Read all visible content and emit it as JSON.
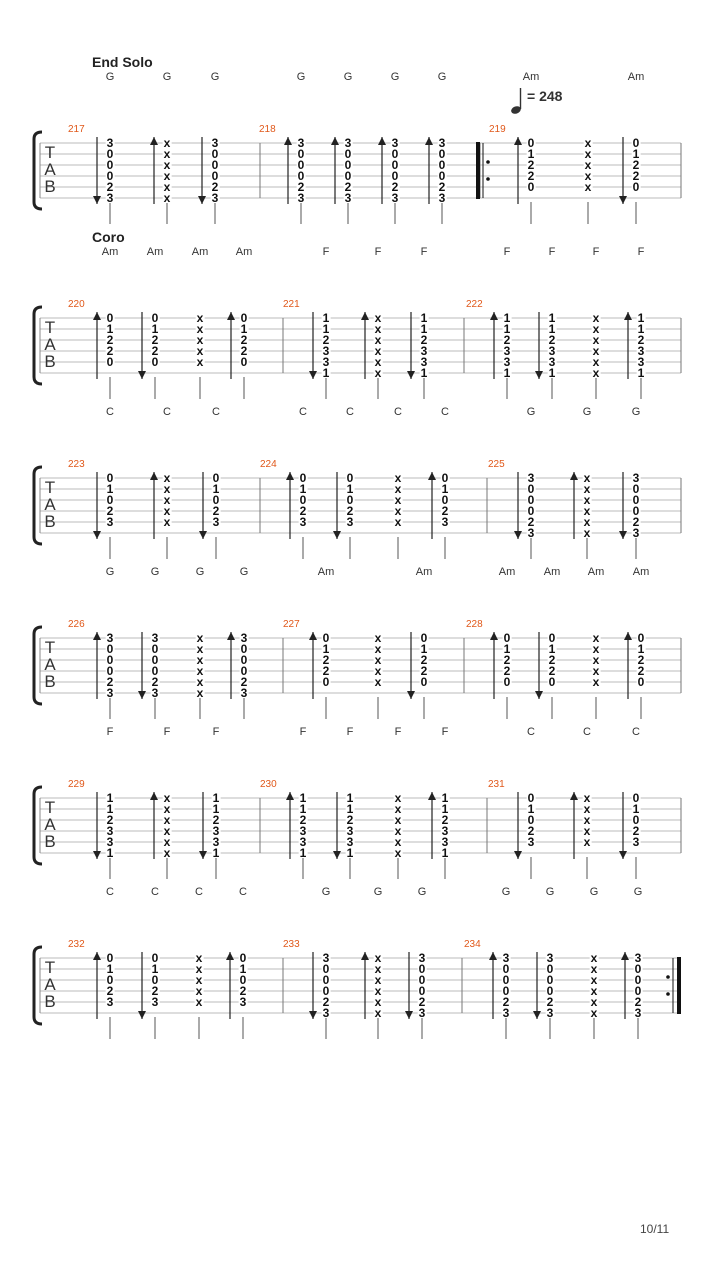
{
  "page_number": "10/11",
  "tempo": {
    "value": "= 248"
  },
  "tab_letters": [
    "T",
    "A",
    "B"
  ],
  "systems": [
    {
      "label": "End Solo",
      "bars": [
        {
          "number": "217",
          "beats": [
            {
              "chord": "G",
              "stroke": "down",
              "frets": [
                "3",
                "0",
                "0",
                "0",
                "2",
                "3"
              ]
            },
            {
              "chord": "G",
              "stroke": "up",
              "frets": [
                "x",
                "x",
                "x",
                "x",
                "x",
                "x"
              ]
            },
            {
              "chord": "G",
              "stroke": "down",
              "frets": [
                "3",
                "0",
                "0",
                "0",
                "2",
                "3"
              ]
            }
          ]
        },
        {
          "number": "218",
          "beats": [
            {
              "chord": "G",
              "stroke": "up",
              "frets": [
                "3",
                "0",
                "0",
                "0",
                "2",
                "3"
              ]
            },
            {
              "chord": "G",
              "stroke": "up",
              "frets": [
                "3",
                "0",
                "0",
                "0",
                "2",
                "3"
              ]
            },
            {
              "chord": "G",
              "stroke": "up",
              "frets": [
                "3",
                "0",
                "0",
                "0",
                "2",
                "3"
              ]
            },
            {
              "chord": "G",
              "stroke": "up",
              "frets": [
                "3",
                "0",
                "0",
                "0",
                "2",
                "3"
              ]
            }
          ]
        },
        {
          "number": "219",
          "repeat_start": true,
          "beats": [
            {
              "chord": "Am",
              "stroke": "up",
              "frets": [
                "0",
                "1",
                "2",
                "2",
                "0",
                ""
              ]
            },
            {
              "chord": "",
              "stroke": "",
              "frets": [
                "x",
                "x",
                "x",
                "x",
                "x",
                ""
              ]
            },
            {
              "chord": "Am",
              "stroke": "down",
              "frets": [
                "0",
                "1",
                "2",
                "2",
                "0",
                ""
              ]
            }
          ]
        }
      ]
    },
    {
      "label": "Coro",
      "bars": [
        {
          "number": "220",
          "beats": [
            {
              "chord": "Am",
              "stroke": "up",
              "frets": [
                "0",
                "1",
                "2",
                "2",
                "0",
                ""
              ]
            },
            {
              "chord": "Am",
              "stroke": "down",
              "frets": [
                "0",
                "1",
                "2",
                "2",
                "0",
                ""
              ]
            },
            {
              "chord": "Am",
              "stroke": "",
              "frets": [
                "x",
                "x",
                "x",
                "x",
                "x",
                ""
              ]
            },
            {
              "chord": "Am",
              "stroke": "up",
              "frets": [
                "0",
                "1",
                "2",
                "2",
                "0",
                ""
              ]
            }
          ]
        },
        {
          "number": "221",
          "beats": [
            {
              "chord": "F",
              "stroke": "down",
              "frets": [
                "1",
                "1",
                "2",
                "3",
                "3",
                "1"
              ]
            },
            {
              "chord": "F",
              "stroke": "up",
              "frets": [
                "x",
                "x",
                "x",
                "x",
                "x",
                "x"
              ]
            },
            {
              "chord": "F",
              "stroke": "down",
              "frets": [
                "1",
                "1",
                "2",
                "3",
                "3",
                "1"
              ]
            }
          ]
        },
        {
          "number": "222",
          "beats": [
            {
              "chord": "F",
              "stroke": "up",
              "frets": [
                "1",
                "1",
                "2",
                "3",
                "3",
                "1"
              ]
            },
            {
              "chord": "F",
              "stroke": "down",
              "frets": [
                "1",
                "1",
                "2",
                "3",
                "3",
                "1"
              ]
            },
            {
              "chord": "F",
              "stroke": "",
              "frets": [
                "x",
                "x",
                "x",
                "x",
                "x",
                "x"
              ]
            },
            {
              "chord": "F",
              "stroke": "up",
              "frets": [
                "1",
                "1",
                "2",
                "3",
                "3",
                "1"
              ]
            }
          ]
        }
      ]
    },
    {
      "label": "",
      "bars": [
        {
          "number": "223",
          "beats": [
            {
              "chord": "C",
              "stroke": "down",
              "frets": [
                "0",
                "1",
                "0",
                "2",
                "3",
                ""
              ]
            },
            {
              "chord": "C",
              "stroke": "up",
              "frets": [
                "x",
                "x",
                "x",
                "x",
                "x",
                ""
              ]
            },
            {
              "chord": "C",
              "stroke": "down",
              "frets": [
                "0",
                "1",
                "0",
                "2",
                "3",
                ""
              ]
            }
          ]
        },
        {
          "number": "224",
          "beats": [
            {
              "chord": "C",
              "stroke": "up",
              "frets": [
                "0",
                "1",
                "0",
                "2",
                "3",
                ""
              ]
            },
            {
              "chord": "C",
              "stroke": "down",
              "frets": [
                "0",
                "1",
                "0",
                "2",
                "3",
                ""
              ]
            },
            {
              "chord": "C",
              "stroke": "",
              "frets": [
                "x",
                "x",
                "x",
                "x",
                "x",
                ""
              ]
            },
            {
              "chord": "C",
              "stroke": "up",
              "frets": [
                "0",
                "1",
                "0",
                "2",
                "3",
                ""
              ]
            }
          ]
        },
        {
          "number": "225",
          "beats": [
            {
              "chord": "G",
              "stroke": "down",
              "frets": [
                "3",
                "0",
                "0",
                "0",
                "2",
                "3"
              ]
            },
            {
              "chord": "G",
              "stroke": "up",
              "frets": [
                "x",
                "x",
                "x",
                "x",
                "x",
                "x"
              ]
            },
            {
              "chord": "G",
              "stroke": "down",
              "frets": [
                "3",
                "0",
                "0",
                "0",
                "2",
                "3"
              ]
            }
          ]
        }
      ]
    },
    {
      "label": "",
      "bars": [
        {
          "number": "226",
          "beats": [
            {
              "chord": "G",
              "stroke": "up",
              "frets": [
                "3",
                "0",
                "0",
                "0",
                "2",
                "3"
              ]
            },
            {
              "chord": "G",
              "stroke": "down",
              "frets": [
                "3",
                "0",
                "0",
                "0",
                "2",
                "3"
              ]
            },
            {
              "chord": "G",
              "stroke": "",
              "frets": [
                "x",
                "x",
                "x",
                "x",
                "x",
                "x"
              ]
            },
            {
              "chord": "G",
              "stroke": "up",
              "frets": [
                "3",
                "0",
                "0",
                "0",
                "2",
                "3"
              ]
            }
          ]
        },
        {
          "number": "227",
          "beats": [
            {
              "chord": "Am",
              "stroke": "up",
              "frets": [
                "0",
                "1",
                "2",
                "2",
                "0",
                ""
              ]
            },
            {
              "chord": "",
              "stroke": "",
              "frets": [
                "x",
                "x",
                "x",
                "x",
                "x",
                ""
              ]
            },
            {
              "chord": "Am",
              "stroke": "down",
              "frets": [
                "0",
                "1",
                "2",
                "2",
                "0",
                ""
              ]
            }
          ]
        },
        {
          "number": "228",
          "beats": [
            {
              "chord": "Am",
              "stroke": "up",
              "frets": [
                "0",
                "1",
                "2",
                "2",
                "0",
                ""
              ]
            },
            {
              "chord": "Am",
              "stroke": "down",
              "frets": [
                "0",
                "1",
                "2",
                "2",
                "0",
                ""
              ]
            },
            {
              "chord": "Am",
              "stroke": "",
              "frets": [
                "x",
                "x",
                "x",
                "x",
                "x",
                ""
              ]
            },
            {
              "chord": "Am",
              "stroke": "up",
              "frets": [
                "0",
                "1",
                "2",
                "2",
                "0",
                ""
              ]
            }
          ]
        }
      ]
    },
    {
      "label": "",
      "bars": [
        {
          "number": "229",
          "beats": [
            {
              "chord": "F",
              "stroke": "down",
              "frets": [
                "1",
                "1",
                "2",
                "3",
                "3",
                "1"
              ]
            },
            {
              "chord": "F",
              "stroke": "up",
              "frets": [
                "x",
                "x",
                "x",
                "x",
                "x",
                "x"
              ]
            },
            {
              "chord": "F",
              "stroke": "down",
              "frets": [
                "1",
                "1",
                "2",
                "3",
                "3",
                "1"
              ]
            }
          ]
        },
        {
          "number": "230",
          "beats": [
            {
              "chord": "F",
              "stroke": "up",
              "frets": [
                "1",
                "1",
                "2",
                "3",
                "3",
                "1"
              ]
            },
            {
              "chord": "F",
              "stroke": "down",
              "frets": [
                "1",
                "1",
                "2",
                "3",
                "3",
                "1"
              ]
            },
            {
              "chord": "F",
              "stroke": "",
              "frets": [
                "x",
                "x",
                "x",
                "x",
                "x",
                "x"
              ]
            },
            {
              "chord": "F",
              "stroke": "up",
              "frets": [
                "1",
                "1",
                "2",
                "3",
                "3",
                "1"
              ]
            }
          ]
        },
        {
          "number": "231",
          "beats": [
            {
              "chord": "C",
              "stroke": "down",
              "frets": [
                "0",
                "1",
                "0",
                "2",
                "3",
                ""
              ]
            },
            {
              "chord": "C",
              "stroke": "up",
              "frets": [
                "x",
                "x",
                "x",
                "x",
                "x",
                ""
              ]
            },
            {
              "chord": "C",
              "stroke": "down",
              "frets": [
                "0",
                "1",
                "0",
                "2",
                "3",
                ""
              ]
            }
          ]
        }
      ]
    },
    {
      "label": "",
      "bars": [
        {
          "number": "232",
          "beats": [
            {
              "chord": "C",
              "stroke": "up",
              "frets": [
                "0",
                "1",
                "0",
                "2",
                "3",
                ""
              ]
            },
            {
              "chord": "C",
              "stroke": "down",
              "frets": [
                "0",
                "1",
                "0",
                "2",
                "3",
                ""
              ]
            },
            {
              "chord": "C",
              "stroke": "",
              "frets": [
                "x",
                "x",
                "x",
                "x",
                "x",
                ""
              ]
            },
            {
              "chord": "C",
              "stroke": "up",
              "frets": [
                "0",
                "1",
                "0",
                "2",
                "3",
                ""
              ]
            }
          ]
        },
        {
          "number": "233",
          "beats": [
            {
              "chord": "G",
              "stroke": "down",
              "frets": [
                "3",
                "0",
                "0",
                "0",
                "2",
                "3"
              ]
            },
            {
              "chord": "G",
              "stroke": "up",
              "frets": [
                "x",
                "x",
                "x",
                "x",
                "x",
                "x"
              ]
            },
            {
              "chord": "G",
              "stroke": "down",
              "frets": [
                "3",
                "0",
                "0",
                "0",
                "2",
                "3"
              ]
            }
          ]
        },
        {
          "number": "234",
          "repeat_end": true,
          "beats": [
            {
              "chord": "G",
              "stroke": "up",
              "frets": [
                "3",
                "0",
                "0",
                "0",
                "2",
                "3"
              ]
            },
            {
              "chord": "G",
              "stroke": "down",
              "frets": [
                "3",
                "0",
                "0",
                "0",
                "2",
                "3"
              ]
            },
            {
              "chord": "G",
              "stroke": "",
              "frets": [
                "x",
                "x",
                "x",
                "x",
                "x",
                "x"
              ]
            },
            {
              "chord": "G",
              "stroke": "up",
              "frets": [
                "3",
                "0",
                "0",
                "0",
                "2",
                "3"
              ]
            }
          ]
        }
      ]
    }
  ]
}
